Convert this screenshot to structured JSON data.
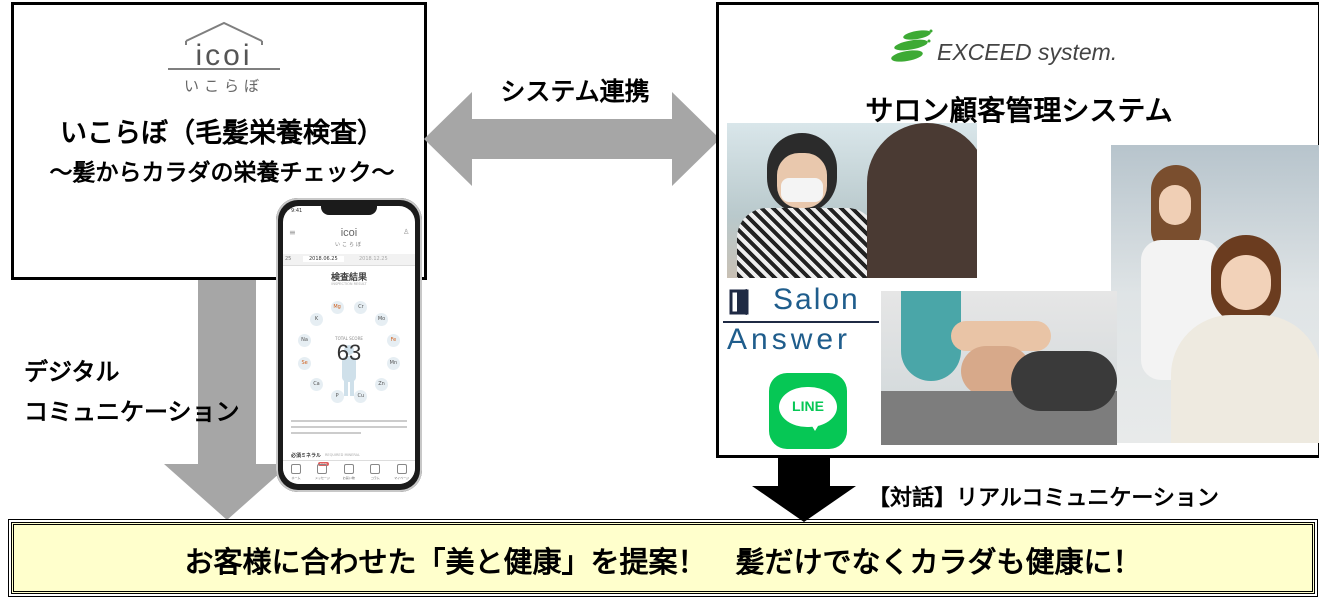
{
  "left_panel": {
    "logo_mark": "icoi",
    "logo_sub": "いこらぼ",
    "title": "いこらぼ（毛髪栄養検査）",
    "subtitle": "～髪からカラダの栄養チェック～"
  },
  "phone": {
    "time": "9:41",
    "logo_mark": "icoi",
    "logo_sub": "いこらぼ",
    "tab_date_1": "2018.06.25",
    "tab_date_2": "2018.12.25",
    "tab_date_0": "25",
    "result_title": "検査結果",
    "result_sub": "INSPECTION RESULT",
    "total_label": "TOTAL SCORE",
    "total_score": "63",
    "minerals": [
      "Cr",
      "Mo",
      "Fe",
      "Mn",
      "Zn",
      "Cu",
      "P",
      "Ca",
      "Se",
      "Na",
      "K",
      "Mg"
    ],
    "section_title": "必須ミネラル",
    "section_sub": "REQUIRED MINERAL",
    "badge": "NEW",
    "nav_items": [
      "ホーム",
      "メッセージ",
      "お買い物",
      "コラム",
      "マイページ"
    ]
  },
  "middle": {
    "arrow_label": "システム連携",
    "left_arrow_label": "デジタル\nコミュニケーション"
  },
  "right_panel": {
    "brand": "EXCEED system.",
    "title": "サロン顧客管理システム",
    "salon_label": "Salon",
    "answer_label": "Answer",
    "line_label": "LINE"
  },
  "bottom": {
    "arrow_label": "【対話】リアルコミュニケーション",
    "banner": "お客様に合わせた「美と健康」を提案！　髪だけでなくカラダも健康に！"
  },
  "colors": {
    "arrow_gray": "#a6a6a6",
    "banner_bg": "#ffffcc",
    "line_green": "#06c755",
    "exceed_green": "#3daa34"
  }
}
